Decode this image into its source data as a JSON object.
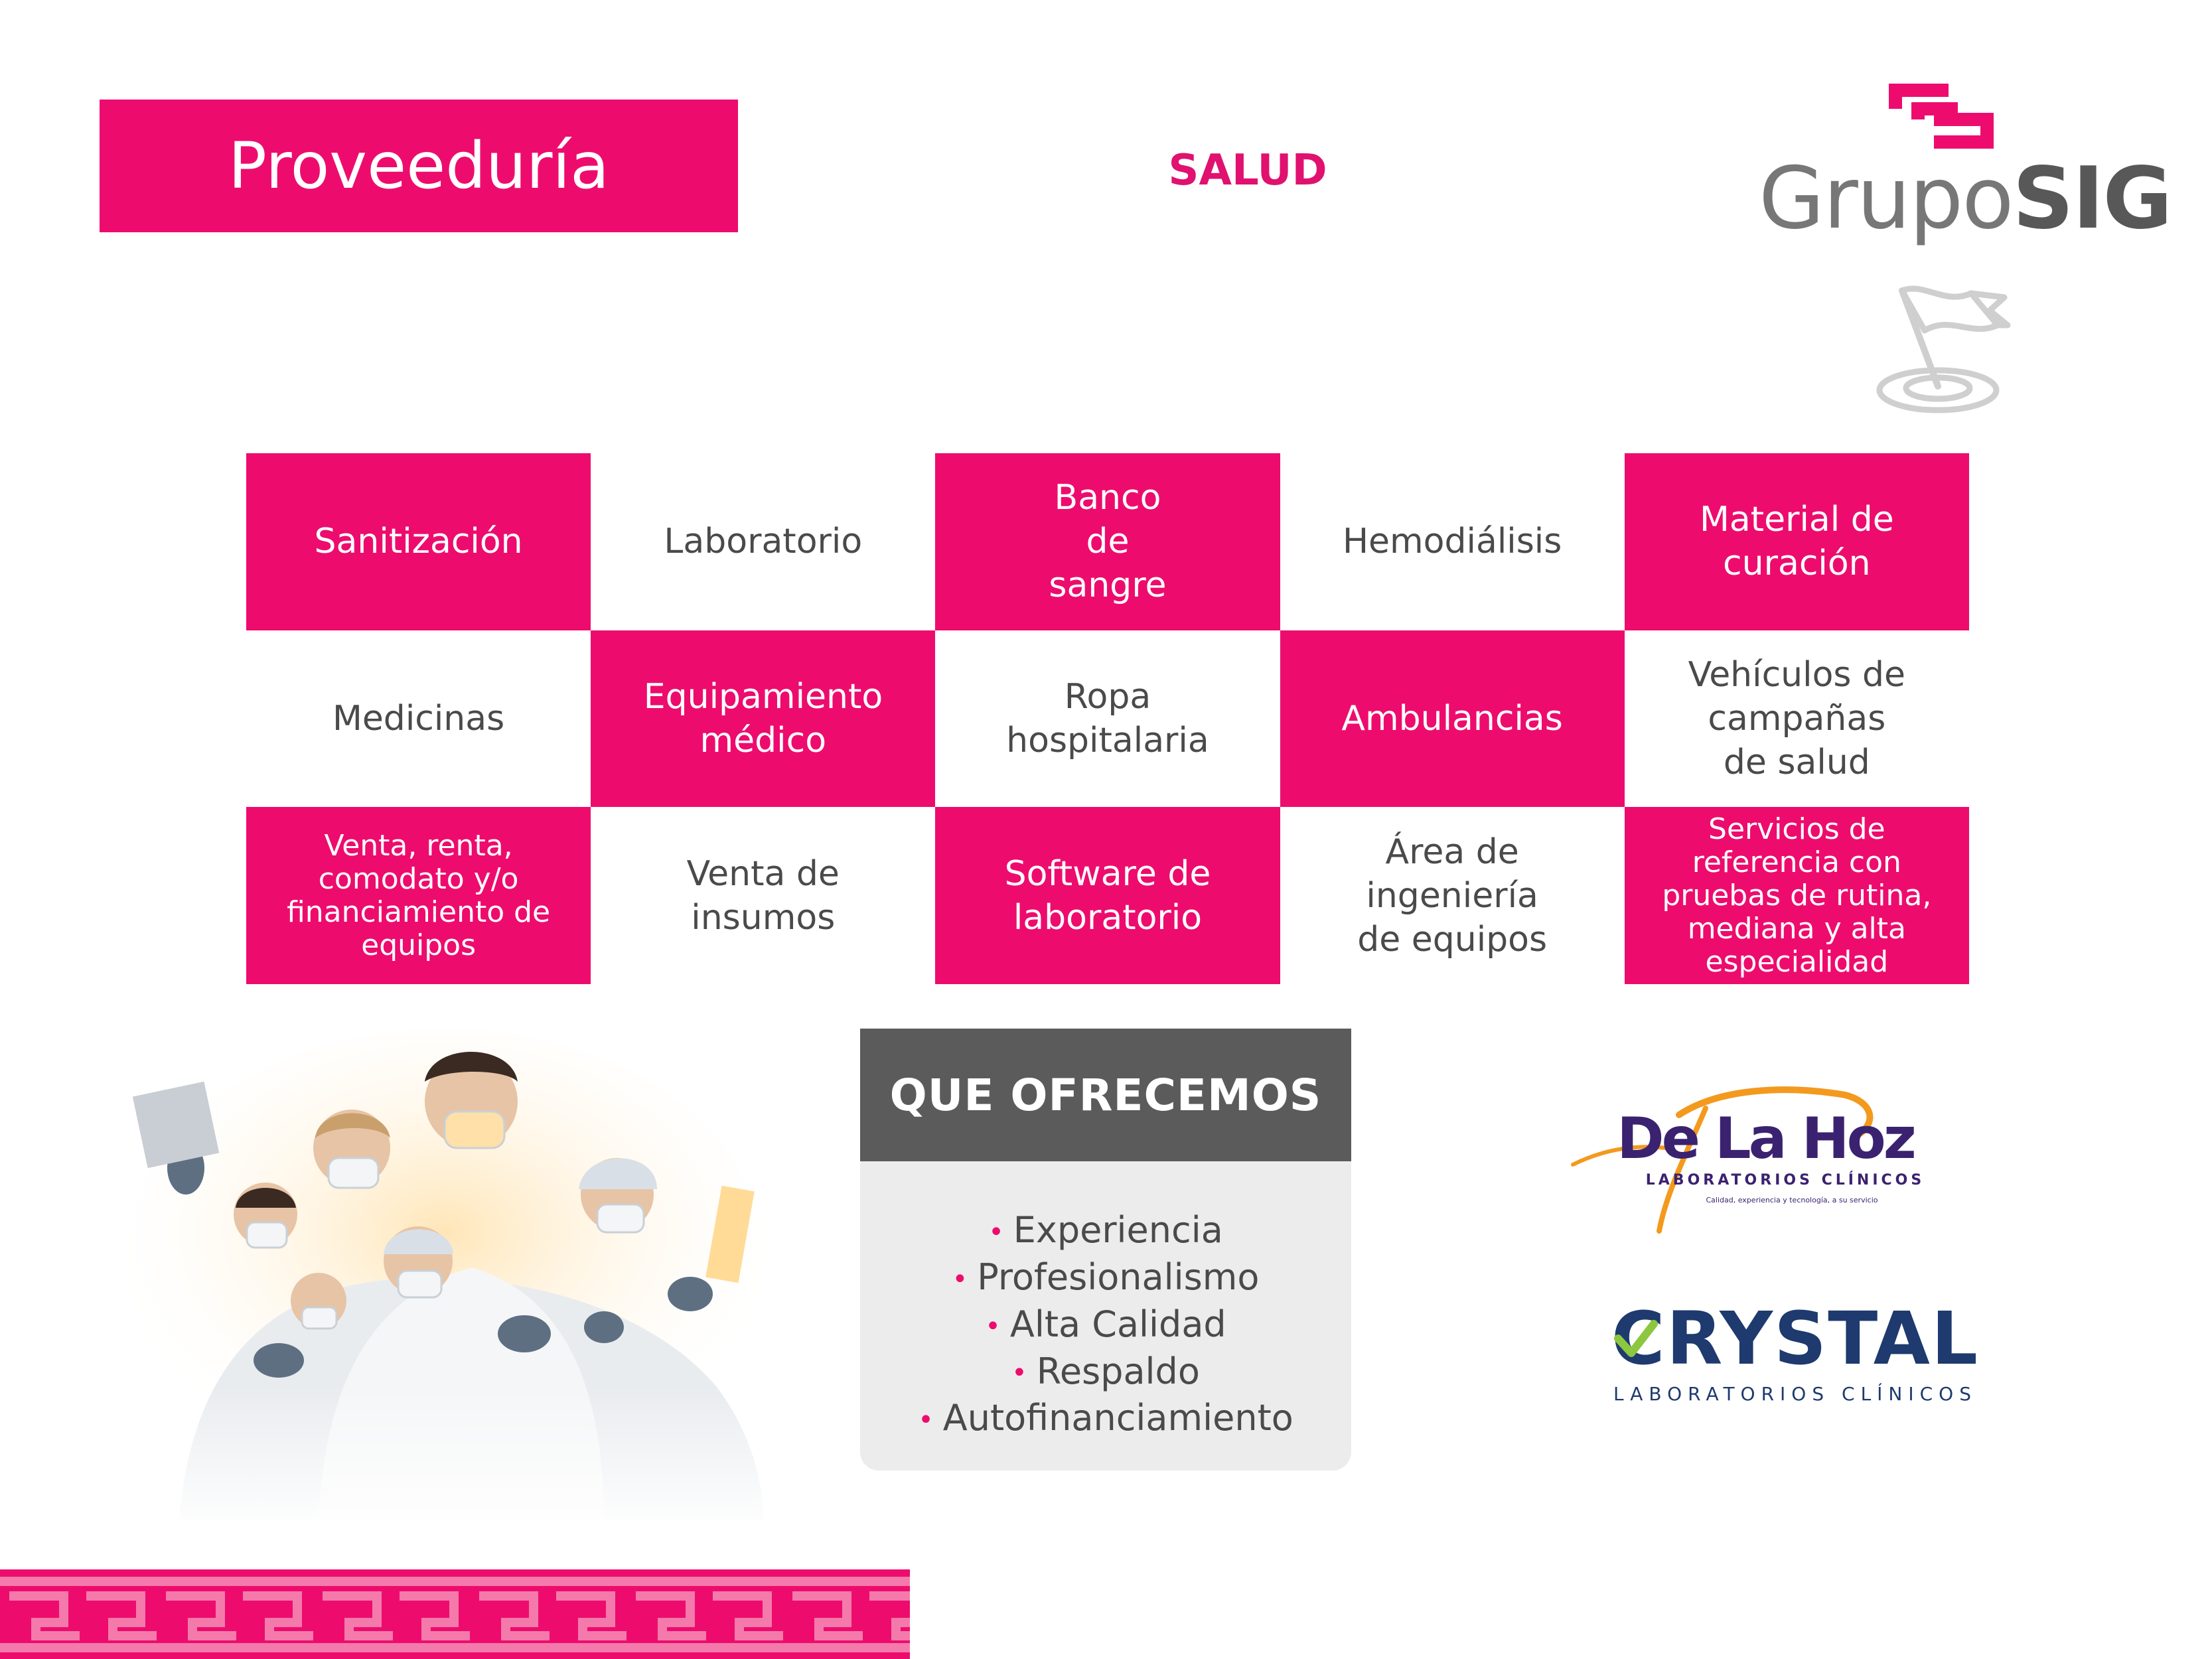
{
  "header": {
    "title": "Proveeduría",
    "section": "SALUD"
  },
  "logo": {
    "brand_light": "Grupo",
    "brand_bold": "SIG"
  },
  "services": [
    {
      "label": "Sanitización",
      "style": "pink"
    },
    {
      "label": "Laboratorio",
      "style": "white"
    },
    {
      "label": "Banco de sangre",
      "style": "pink"
    },
    {
      "label": "Hemodiálisis",
      "style": "white"
    },
    {
      "label": "Material de curación",
      "style": "pink"
    },
    {
      "label": "Medicinas",
      "style": "white"
    },
    {
      "label": "Equipamiento médico",
      "style": "pink"
    },
    {
      "label": "Ropa hospitalaria",
      "style": "white"
    },
    {
      "label": "Ambulancias",
      "style": "pink"
    },
    {
      "label": "Vehículos de campañas de salud",
      "style": "white"
    },
    {
      "label": "Venta, renta, comodato y/o financiamiento de equipos",
      "style": "pink"
    },
    {
      "label": "Venta de insumos",
      "style": "white"
    },
    {
      "label": "Software de laboratorio",
      "style": "pink"
    },
    {
      "label": "Área de ingeniería de equipos",
      "style": "white"
    },
    {
      "label": "Servicios de referencia con pruebas de rutina, mediana y alta especialidad",
      "style": "pink"
    }
  ],
  "offer": {
    "title": "QUE OFRECEMOS",
    "items": [
      "Experiencia",
      "Profesionalismo",
      "Alta Calidad",
      "Respaldo",
      "Autofinanciamiento"
    ]
  },
  "partners": {
    "delahoz_name": "De La Hoz",
    "delahoz_sub": "LABORATORIOS CLÍNICOS",
    "delahoz_tagline": "Calidad, experiencia y tecnología, a su servicio",
    "crystal_name": "CRYSTAL",
    "crystal_sub": "LABORATORIOS CLÍNICOS"
  },
  "colors": {
    "brand_pink": "#ed0c6e",
    "dark_gray": "#5b5b5b",
    "text_gray": "#4a4a4a",
    "light_gray": "#ececec",
    "crystal_navy": "#1e3a6e",
    "delahoz_purple": "#3b2270",
    "delahoz_orange": "#f39a1e"
  }
}
